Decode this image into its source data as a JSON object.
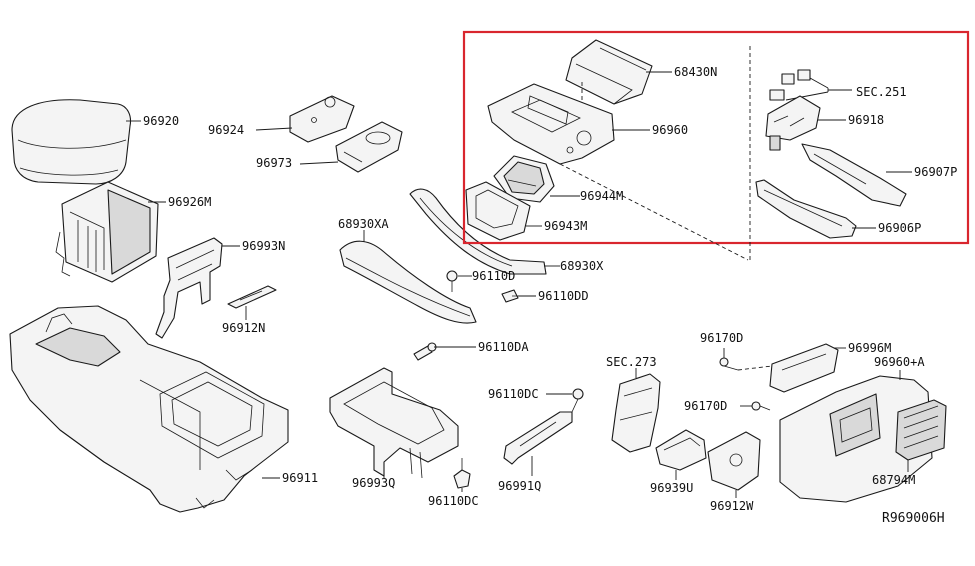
{
  "highlight_color": "#d9262e",
  "diagram_ref": "R969006H",
  "callouts": [
    {
      "id": "96920",
      "text": "96920"
    },
    {
      "id": "96924",
      "text": "96924"
    },
    {
      "id": "96973",
      "text": "96973"
    },
    {
      "id": "96926M",
      "text": "96926M"
    },
    {
      "id": "96993N",
      "text": "96993N"
    },
    {
      "id": "96912N",
      "text": "96912N"
    },
    {
      "id": "96911",
      "text": "96911"
    },
    {
      "id": "68930XA",
      "text": "68930XA"
    },
    {
      "id": "96110D",
      "text": "96110D"
    },
    {
      "id": "68930X",
      "text": "68930X"
    },
    {
      "id": "96110DD",
      "text": "96110DD"
    },
    {
      "id": "96110DA",
      "text": "96110DA"
    },
    {
      "id": "96110DC",
      "text": "96110DC"
    },
    {
      "id": "96993Q",
      "text": "96993Q"
    },
    {
      "id": "96110DC_b",
      "text": "96110DC"
    },
    {
      "id": "96991Q",
      "text": "96991Q"
    },
    {
      "id": "68430N",
      "text": "68430N"
    },
    {
      "id": "96960",
      "text": "96960"
    },
    {
      "id": "96944M",
      "text": "96944M"
    },
    {
      "id": "96943M",
      "text": "96943M"
    },
    {
      "id": "SEC251",
      "text": "SEC.251"
    },
    {
      "id": "96918",
      "text": "96918"
    },
    {
      "id": "96907P",
      "text": "96907P"
    },
    {
      "id": "96906P",
      "text": "96906P"
    },
    {
      "id": "96170D",
      "text": "96170D"
    },
    {
      "id": "96996M",
      "text": "96996M"
    },
    {
      "id": "96960A",
      "text": "96960+A"
    },
    {
      "id": "SEC273",
      "text": "SEC.273"
    },
    {
      "id": "96170D_b",
      "text": "96170D"
    },
    {
      "id": "96939U",
      "text": "96939U"
    },
    {
      "id": "96912W",
      "text": "96912W"
    },
    {
      "id": "68794M",
      "text": "68794M"
    }
  ]
}
